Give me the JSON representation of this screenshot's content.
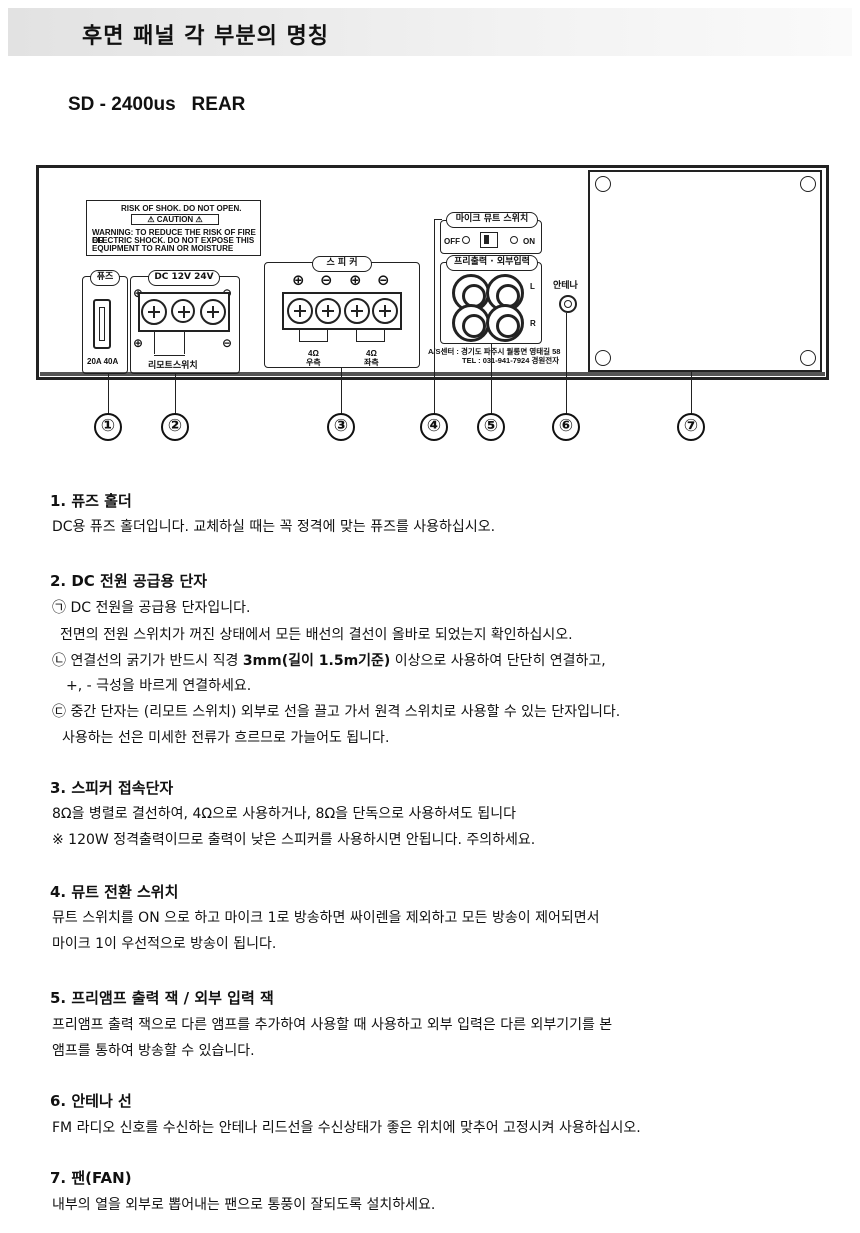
{
  "title": "후면 패널 각 부분의 명칭",
  "model": "SD - 2400us   REAR",
  "panel": {
    "caution": {
      "line1": "RISK OF SHOK. DO NOT OPEN.",
      "caution_label": "CAUTION",
      "warning": [
        "WARNING: TO REDUCE THE RISK OF FIRE OR",
        "ELECTRIC SHOCK. DO NOT EXPOSE THIS",
        "EQUIPMENT TO RAIN OR MOISTURE"
      ]
    },
    "fuse_label": "퓨즈",
    "fuse_rating": "20A 40A",
    "dc_label": "DC 12V  24V",
    "remote_label": "리모트스위치",
    "speaker_label": "스 피 커",
    "speaker_left": [
      "4Ω",
      "우측"
    ],
    "speaker_right": [
      "4Ω",
      "좌측"
    ],
    "mute_label": "마이크 뮤트 스위치",
    "off_label": "OFF",
    "on_label": "ON",
    "preamp_label": "프리출력 · 외부입력",
    "jack_l": "L",
    "jack_r": "R",
    "antenna_label": "안테나",
    "service_line1": "A/S센터 : 경기도 파주시 월롱면 영태길 58",
    "service_line2": "TEL : 031-941-7924   경원전자",
    "callouts": [
      "①",
      "②",
      "③",
      "④",
      "⑤",
      "⑥",
      "⑦"
    ]
  },
  "sections": [
    {
      "title": "1. 퓨즈 홀더",
      "lines": [
        "DC용 퓨즈 홀더입니다. 교체하실 때는 꼭 정격에 맞는 퓨즈를 사용하십시오."
      ]
    },
    {
      "title": "2. DC 전원 공급용 단자",
      "lines": [
        "㉠ DC 전원을 공급용 단자입니다.",
        "전면의 전원 스위치가 꺼진 상태에서 모든 배선의 결선이 올바로 되었는지 확인하십시오.",
        "㉡ 연결선의 굵기가 반드시 직경 ",
        "3mm(길이 1.5m기준)",
        " 이상으로 사용하여 단단히 연결하고,",
        "+, -  극성을 바르게 연결하세요.",
        "㉢ 중간 단자는 (리모트 스위치) 외부로 선을 끌고 가서 원격 스위치로 사용할 수 있는 단자입니다.",
        "사용하는 선은 미세한 전류가 흐르므로 가늘어도 됩니다."
      ]
    },
    {
      "title": "3. 스피커 접속단자",
      "lines": [
        "8Ω을 병렬로 결선하여, 4Ω으로 사용하거나, 8Ω을 단독으로 사용하셔도 됩니다",
        "※ 120W 정격출력이므로 출력이 낮은 스피커를 사용하시면 안됩니다. 주의하세요."
      ]
    },
    {
      "title": "4. 뮤트 전환 스위치",
      "lines": [
        "뮤트 스위치를 ON 으로 하고 마이크 1로 방송하면 싸이렌을 제외하고 모든 방송이 제어되면서",
        "마이크 1이 우선적으로 방송이 됩니다."
      ]
    },
    {
      "title": "5. 프리앰프 출력 잭 / 외부 입력 잭",
      "lines": [
        "프리앰프 출력 잭으로 다른 앰프를 추가하여 사용할 때 사용하고 외부 입력은 다른 외부기기를 본",
        "앰프를 통하여 방송할 수 있습니다."
      ]
    },
    {
      "title": "6. 안테나 선",
      "lines": [
        "FM 라디오 신호를 수신하는 안테나 리드선을 수신상태가 좋은 위치에 맞추어 고정시켜 사용하십시오."
      ]
    },
    {
      "title": "7. 팬(FAN)",
      "lines": [
        "내부의 열을 외부로 뽑어내는 팬으로 통풍이 잘되도록 설치하세요."
      ]
    }
  ]
}
